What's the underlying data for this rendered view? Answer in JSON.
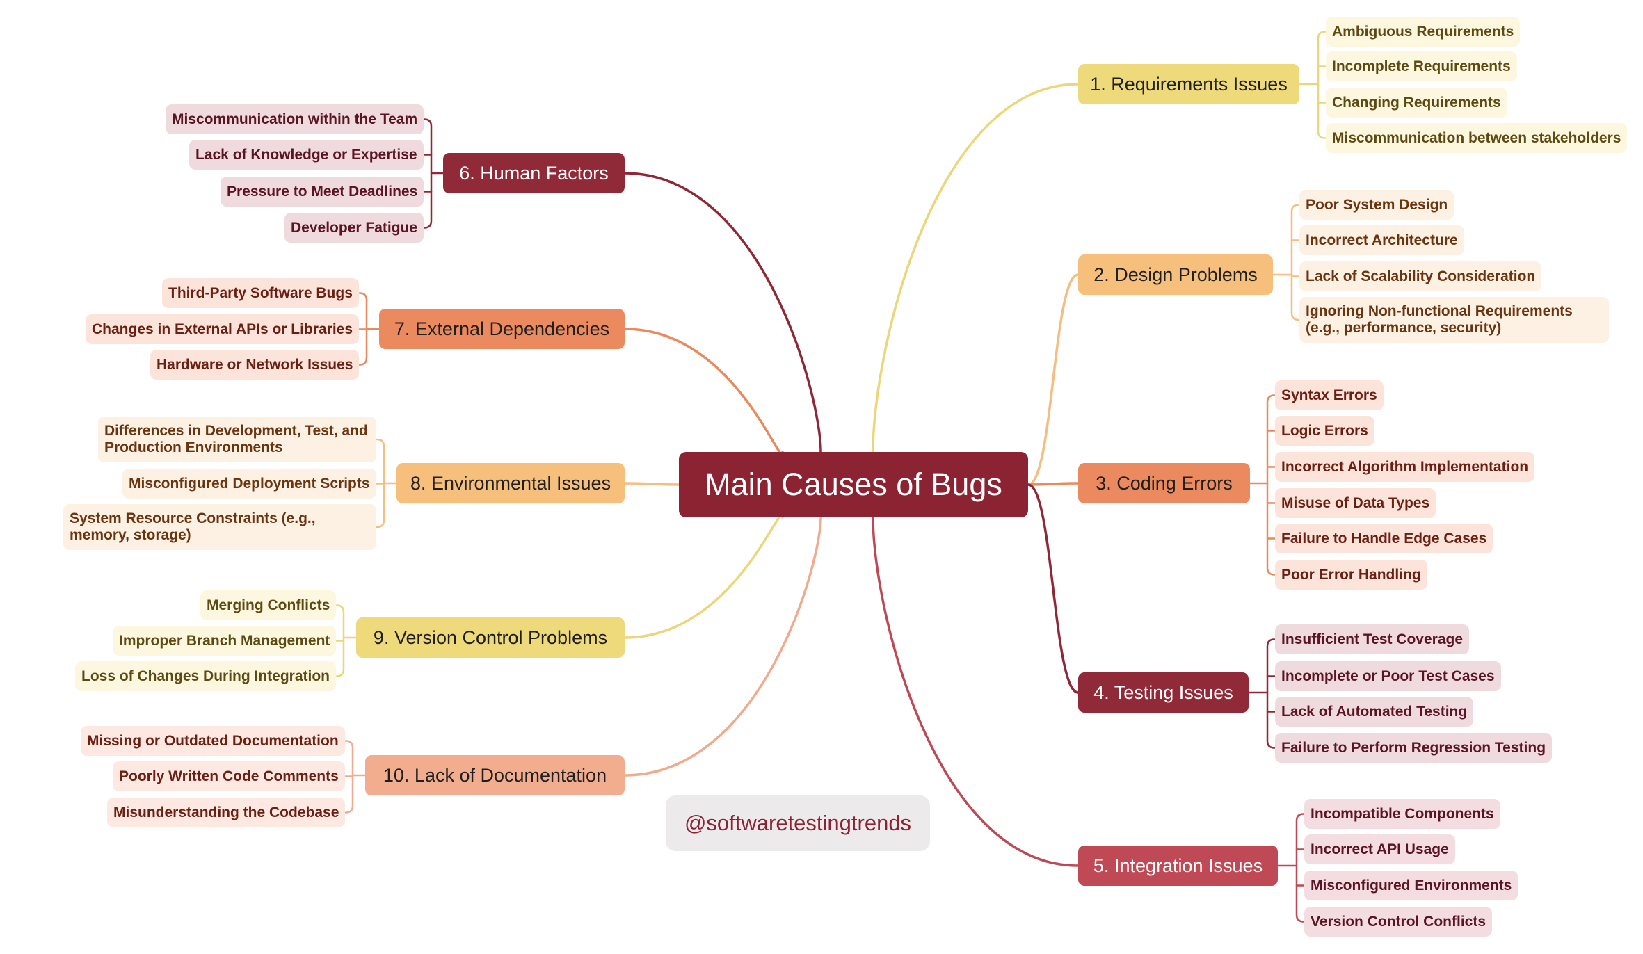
{
  "center": {
    "label": "Main Causes of Bugs"
  },
  "watermark": "@softwaretestingtrends",
  "colors": {
    "center": "#8b2332",
    "gold": "#eed97b",
    "peach": "#f6c07c",
    "orange": "#eb8a5e",
    "maroon": "#912a38",
    "rose": "#bf4a55",
    "salmon": "#f2ad8f"
  },
  "branches": [
    {
      "label": "1. Requirements Issues",
      "theme": "gold",
      "leaves": [
        "Ambiguous Requirements",
        "Incomplete Requirements",
        "Changing Requirements",
        "Miscommunication between stakeholders"
      ]
    },
    {
      "label": "2. Design Problems",
      "theme": "peach",
      "leaves": [
        "Poor System Design",
        "Incorrect Architecture",
        "Lack of Scalability Consideration",
        "Ignoring Non-functional Requirements (e.g., performance, security)"
      ]
    },
    {
      "label": "3. Coding Errors",
      "theme": "orange",
      "leaves": [
        "Syntax Errors",
        "Logic Errors",
        "Incorrect Algorithm Implementation",
        "Misuse of Data Types",
        "Failure to Handle Edge Cases",
        "Poor Error Handling"
      ]
    },
    {
      "label": "4. Testing Issues",
      "theme": "maroon",
      "leaves": [
        "Insufficient Test Coverage",
        "Incomplete or Poor Test Cases",
        "Lack of Automated Testing",
        "Failure to Perform Regression Testing"
      ]
    },
    {
      "label": "5. Integration Issues",
      "theme": "rose",
      "leaves": [
        "Incompatible Components",
        "Incorrect API Usage",
        "Misconfigured Environments",
        "Version Control Conflicts"
      ]
    },
    {
      "label": "6. Human Factors",
      "theme": "maroon",
      "leaves": [
        "Miscommunication within the Team",
        "Lack of Knowledge or Expertise",
        "Pressure to Meet Deadlines",
        "Developer Fatigue"
      ]
    },
    {
      "label": "7. External Dependencies",
      "theme": "orange",
      "leaves": [
        "Third-Party Software Bugs",
        "Changes in External APIs or Libraries",
        "Hardware or Network Issues"
      ]
    },
    {
      "label": "8. Environmental Issues",
      "theme": "peach",
      "leaves": [
        "Differences in Development, Test, and Production Environments",
        "Misconfigured Deployment Scripts",
        "System Resource Constraints (e.g., memory, storage)"
      ]
    },
    {
      "label": "9. Version Control Problems",
      "theme": "gold",
      "leaves": [
        "Merging Conflicts",
        "Improper Branch Management",
        "Loss of Changes During Integration"
      ]
    },
    {
      "label": "10. Lack of Documentation",
      "theme": "salmon",
      "leaves": [
        "Missing or Outdated Documentation",
        "Poorly Written Code Comments",
        "Misunderstanding the Codebase"
      ]
    }
  ]
}
